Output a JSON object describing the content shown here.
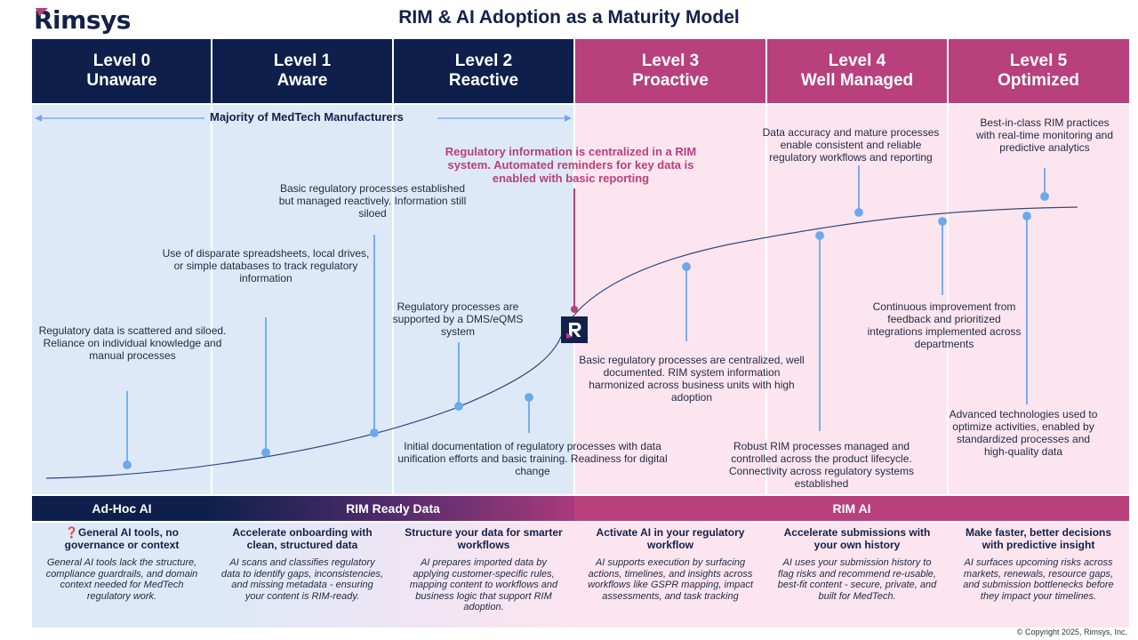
{
  "header": {
    "logo_text": "Rimsys",
    "title": "RIM & AI Adoption as a Maturity Model"
  },
  "levels": [
    {
      "line1": "Level 0",
      "line2": "Unaware"
    },
    {
      "line1": "Level 1",
      "line2": "Aware"
    },
    {
      "line1": "Level 2",
      "line2": "Reactive"
    },
    {
      "line1": "Level 3",
      "line2": "Proactive"
    },
    {
      "line1": "Level 4",
      "line2": "Well Managed"
    },
    {
      "line1": "Level 5",
      "line2": "Optimized"
    }
  ],
  "majority_label": "Majority of MedTech Manufacturers",
  "descriptions": {
    "d0": "Regulatory data is scattered and siloed. Reliance on individual knowledge and manual processes",
    "d1": "Use of disparate spreadsheets, local drives, or simple databases to track regulatory information",
    "d2": "Basic regulatory processes established but managed reactively. Information still siloed",
    "d3": "Regulatory processes are supported by a DMS/eQMS system",
    "d4": "Initial documentation of regulatory processes with data unification efforts and basic training. Readiness for digital change",
    "d5": "Regulatory information is centralized in a RIM system. Automated reminders for key data is enabled with basic reporting",
    "d6": "Basic regulatory processes are centralized, well documented. RIM system information harmonized across business units with high adoption",
    "d7": "Data accuracy and mature processes enable consistent and reliable regulatory workflows and reporting",
    "d8": "Robust RIM processes managed and controlled across the product lifecycle. Connectivity across regulatory systems established",
    "d9": "Continuous improvement from feedback and prioritized integrations implemented across departments",
    "d10": "Best-in-class RIM practices with real-time monitoring and predictive analytics",
    "d11": "Advanced technologies used to optimize activities, enabled by standardized processes and high-quality data"
  },
  "bars": {
    "adhoc": "Ad-Hoc AI",
    "rim_ready": "RIM Ready Data",
    "rim_ai": "RIM AI"
  },
  "cards": [
    {
      "title": "❓General AI tools, no governance or context",
      "body": "General AI tools lack the structure, compliance guardrails, and domain context needed for MedTech regulatory work."
    },
    {
      "title": "Accelerate onboarding with clean, structured data",
      "body": "AI scans and classifies regulatory data to identify gaps, inconsistencies, and missing metadata - ensuring your content is RIM-ready."
    },
    {
      "title": "Structure your data for smarter workflows",
      "body": "AI prepares imported data by applying customer-specific rules, mapping content to workflows and business logic that support RIM adoption."
    },
    {
      "title": "Activate AI in your regulatory workflow",
      "body": "AI supports execution by surfacing actions, timelines, and insights across workflows like GSPR mapping, impact assessments, and task tracking"
    },
    {
      "title": "Accelerate submissions with your own history",
      "body": "AI uses your submission history to flag risks and recommend re-usable, best-fit content - secure, private, and built for MedTech."
    },
    {
      "title": "Make faster, better decisions with predictive insight",
      "body": "AI surfaces upcoming risks across markets, renewals, resource gaps, and submission bottlenecks before they impact your timelines."
    }
  ],
  "badge_letter": "R",
  "copyright": "Copyright 2025, Rimsys, Inc.",
  "colors": {
    "navy": "#0d1f4a",
    "magenta": "#b8407c",
    "light_blue": "#dde9f7",
    "light_pink": "#fce5ef",
    "connector_blue": "#6aa8f0"
  }
}
